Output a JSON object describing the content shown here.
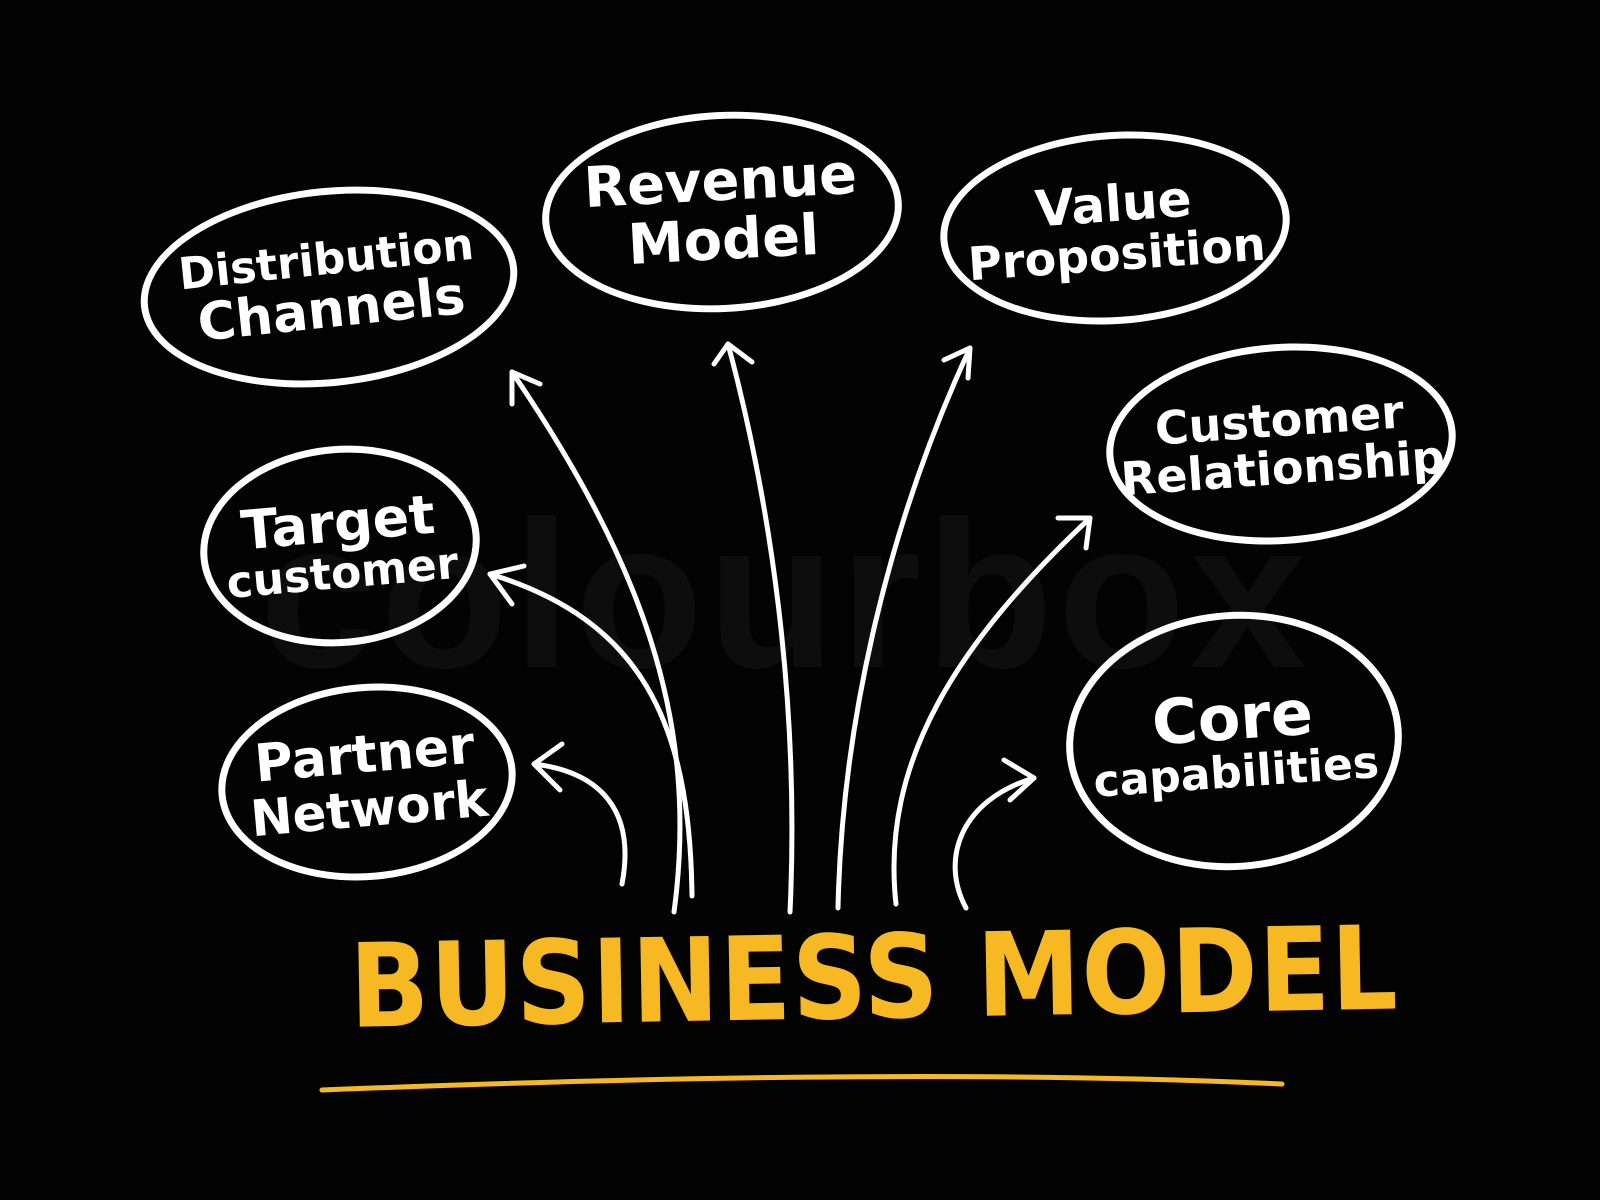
{
  "watermark": "colourbox",
  "title": "BUSINESS MODEL",
  "colors": {
    "background": "#030303",
    "bubble_stroke": "#ffffff",
    "title": "#f6b823"
  },
  "nodes": [
    {
      "id": "distribution-channels",
      "lines": [
        "Distribution",
        "Channels"
      ]
    },
    {
      "id": "revenue-model",
      "lines": [
        "Revenue",
        "Model"
      ]
    },
    {
      "id": "value-proposition",
      "lines": [
        "Value",
        "Proposition"
      ]
    },
    {
      "id": "customer-relationship",
      "lines": [
        "Customer",
        "Relationship"
      ]
    },
    {
      "id": "target-customer",
      "lines": [
        "Target",
        "customer"
      ]
    },
    {
      "id": "partner-network",
      "lines": [
        "Partner",
        "Network"
      ]
    },
    {
      "id": "core-capabilities",
      "lines": [
        "Core",
        "capabilities"
      ]
    }
  ],
  "edges": [
    {
      "from": "title",
      "to": "partner-network"
    },
    {
      "from": "title",
      "to": "target-customer"
    },
    {
      "from": "title",
      "to": "distribution-channels"
    },
    {
      "from": "title",
      "to": "revenue-model"
    },
    {
      "from": "title",
      "to": "value-proposition"
    },
    {
      "from": "title",
      "to": "customer-relationship"
    },
    {
      "from": "title",
      "to": "core-capabilities"
    }
  ]
}
